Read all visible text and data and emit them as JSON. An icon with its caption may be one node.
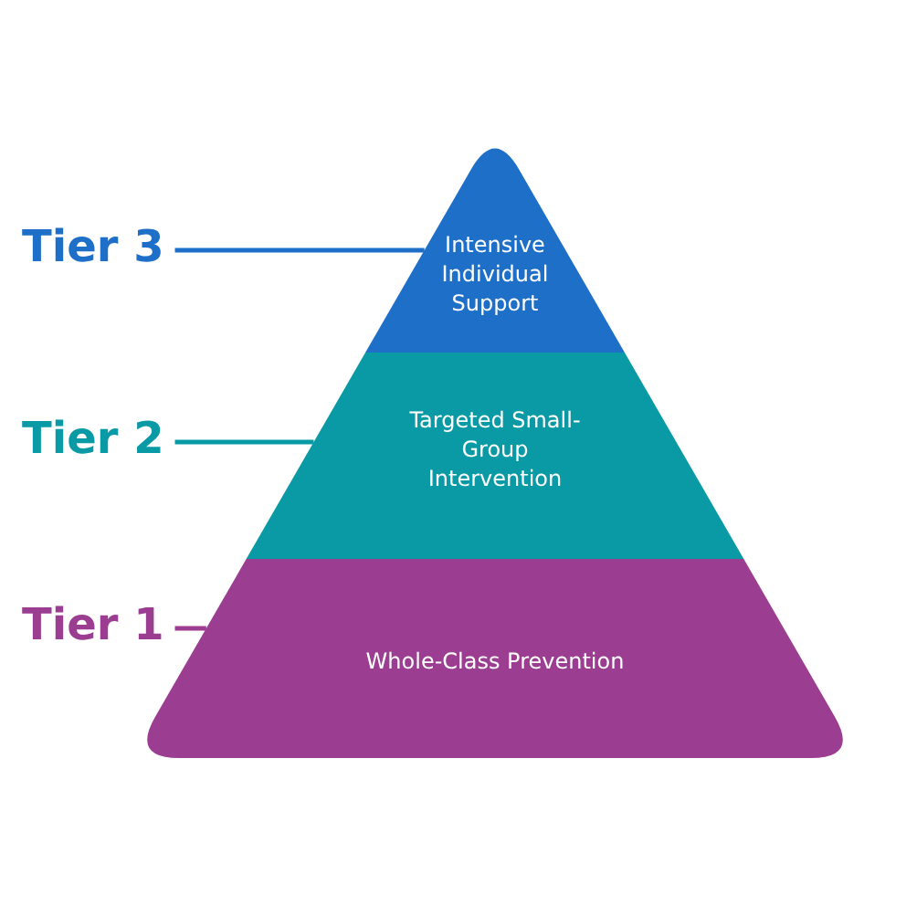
{
  "diagram": {
    "nodes": [
      {
        "text": [
          "Tier 3"
        ]
      },
      {
        "text": [
          "Intensive Individual Support"
        ]
      },
      {
        "text": [
          "Tier 2"
        ]
      },
      {
        "text": [
          "Targeted Small-Group Intervention"
        ]
      },
      {
        "text": [
          "Tier 1"
        ]
      },
      {
        "text": [
          "Whole-Class Prevention"
        ]
      }
    ],
    "edges": [
      {
        "from": 0,
        "to": 1,
        "arrow": "none",
        "color": "#1e6fc8"
      },
      {
        "from": 2,
        "to": 3,
        "arrow": "none",
        "color": "#0a9aa5"
      },
      {
        "from": 4,
        "to": 5,
        "arrow": "none",
        "color": "#9b3d91"
      }
    ]
  }
}
